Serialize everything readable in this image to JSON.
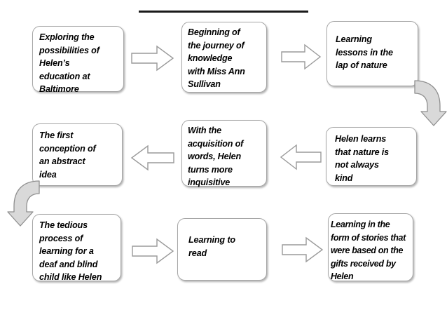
{
  "diagram": {
    "title_rule": "horizontal-rule",
    "orientation": "boustrophedon-three-rows",
    "nodes": [
      {
        "id": "n1",
        "row": 1,
        "order": 1,
        "text": "Exploring the\npossibilities of\nHelen’s\neducation at\nBaltimore"
      },
      {
        "id": "n2",
        "row": 1,
        "order": 2,
        "text": "Beginning of\nthe journey of\nknowledge\nwith Miss Ann\nSullivan"
      },
      {
        "id": "n3",
        "row": 1,
        "order": 3,
        "text": "Learning\nlessons in the\nlap of nature"
      },
      {
        "id": "n4",
        "row": 2,
        "order": 3,
        "text": "The first\nconception of\nan abstract\nidea"
      },
      {
        "id": "n5",
        "row": 2,
        "order": 2,
        "text": "With the\nacquisition of\nwords, Helen\nturns more\ninquisitive"
      },
      {
        "id": "n6",
        "row": 2,
        "order": 1,
        "text": "Helen learns\nthat nature is\nnot always\nkind"
      },
      {
        "id": "n7",
        "row": 3,
        "order": 1,
        "text": "The tedious\nprocess of\nlearning for a\ndeaf and blind\nchild like Helen"
      },
      {
        "id": "n8",
        "row": 3,
        "order": 2,
        "text": "Learning to\nread"
      },
      {
        "id": "n9",
        "row": 3,
        "order": 3,
        "text": "Learning in the\nform of stories that\nwere based on the\ngifts received by\nHelen"
      }
    ],
    "connectors": [
      {
        "id": "c1",
        "from": "n1",
        "to": "n2",
        "shape": "block-arrow",
        "direction": "right"
      },
      {
        "id": "c2",
        "from": "n2",
        "to": "n3",
        "shape": "block-arrow",
        "direction": "right"
      },
      {
        "id": "c3",
        "from": "n3",
        "to": "n6",
        "shape": "curved-arrow",
        "direction": "down-left"
      },
      {
        "id": "c4",
        "from": "n6",
        "to": "n5",
        "shape": "block-arrow",
        "direction": "left"
      },
      {
        "id": "c5",
        "from": "n5",
        "to": "n4",
        "shape": "block-arrow",
        "direction": "left"
      },
      {
        "id": "c6",
        "from": "n4",
        "to": "n7",
        "shape": "curved-arrow",
        "direction": "down-right"
      },
      {
        "id": "c7",
        "from": "n7",
        "to": "n8",
        "shape": "block-arrow",
        "direction": "right"
      },
      {
        "id": "c8",
        "from": "n8",
        "to": "n9",
        "shape": "block-arrow",
        "direction": "right"
      }
    ],
    "style": {
      "background": "#ffffff",
      "node_fill": "#ffffff",
      "node_stroke": "#a6a6a6",
      "text_color": "#000000",
      "arrow_stroke": "#9a9a9a",
      "arrow_fill": "#ffffff",
      "curve_fill": "#d9d9d9",
      "rule_color": "#1a1a1a"
    }
  }
}
